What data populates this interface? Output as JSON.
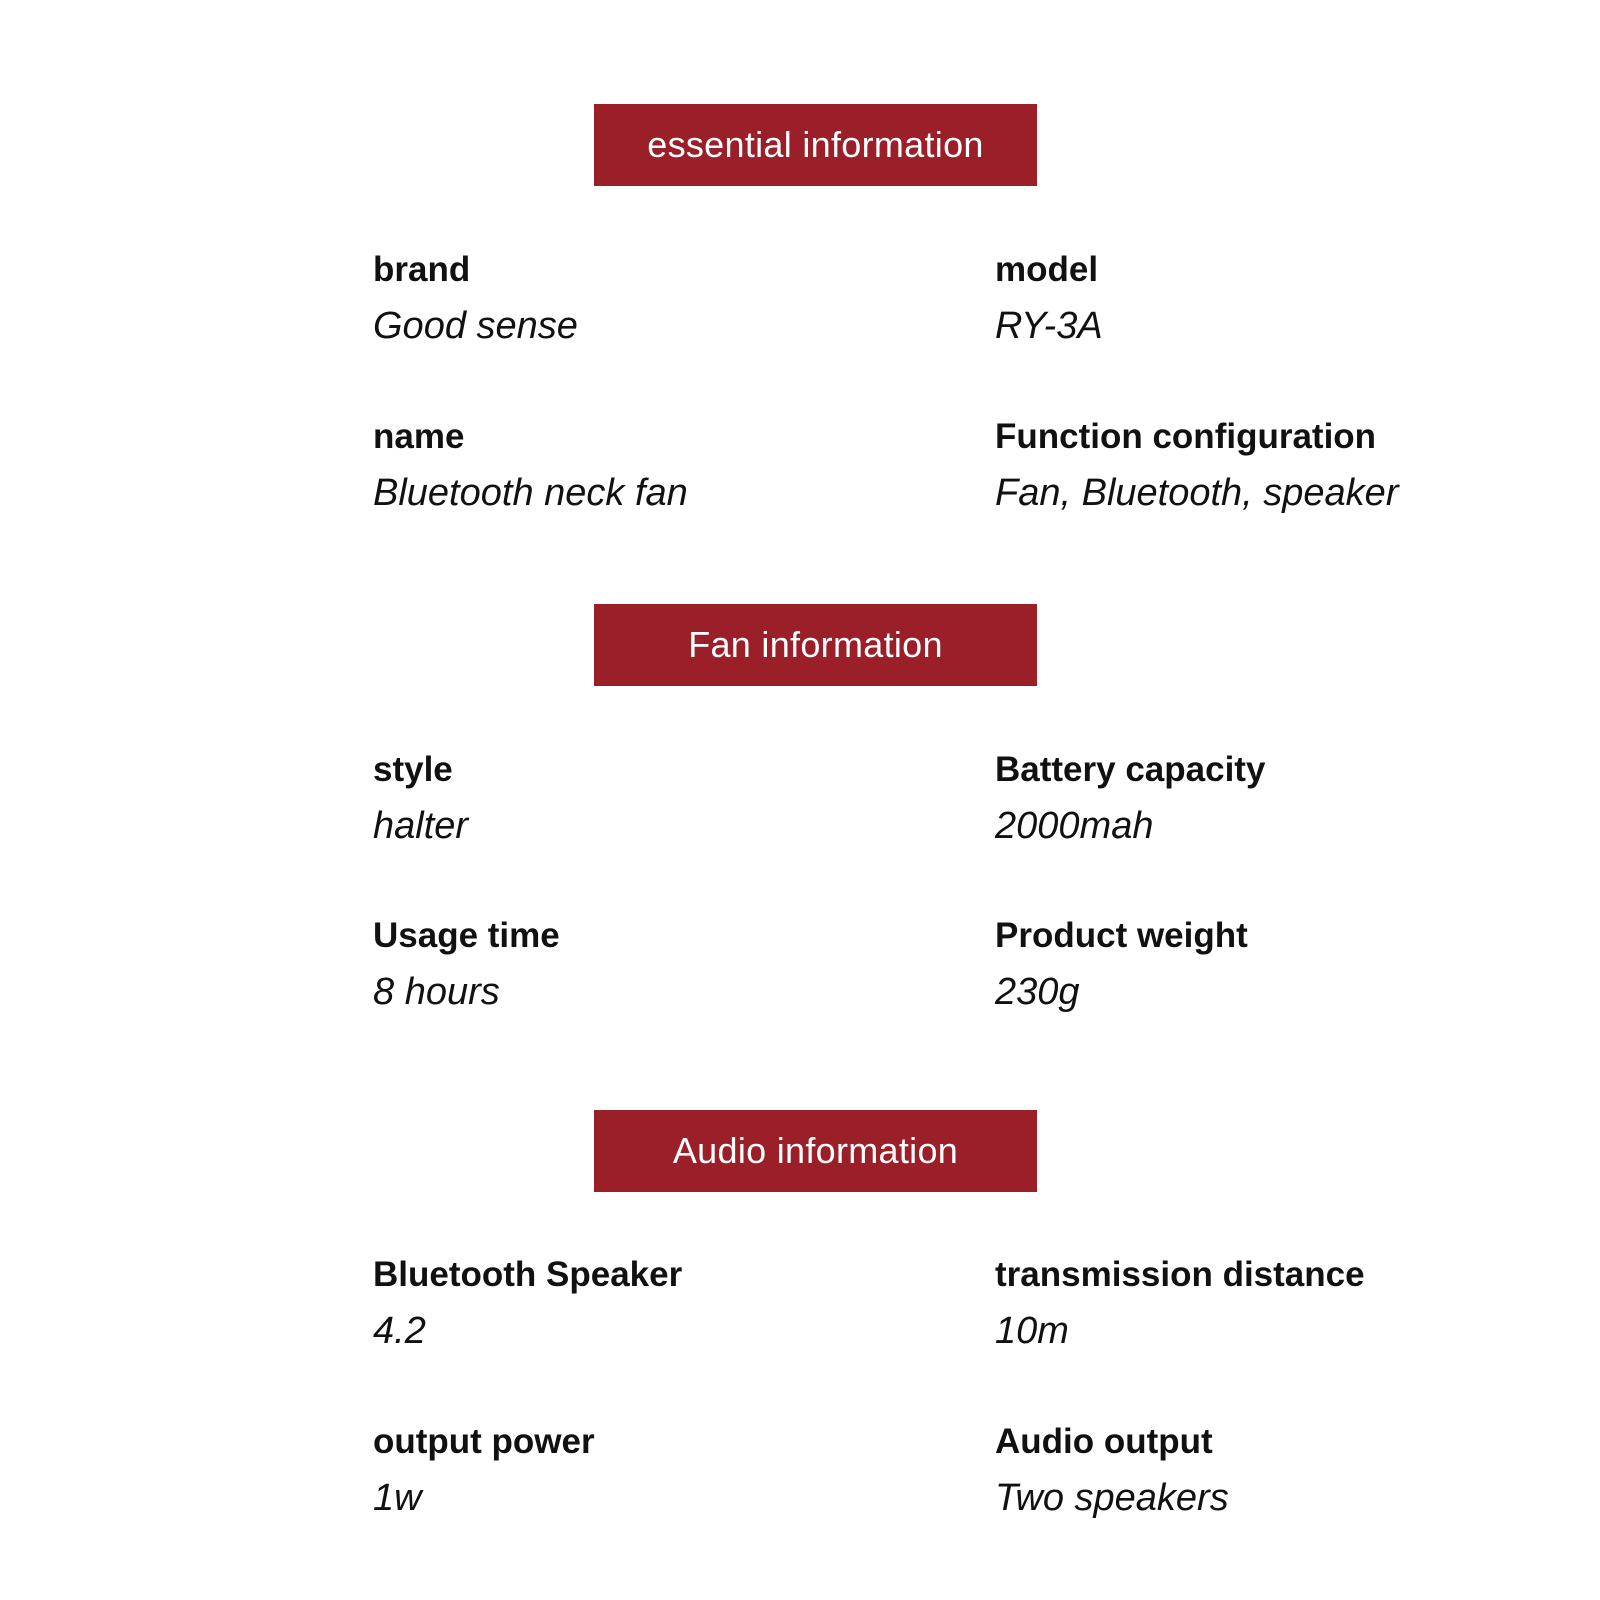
{
  "sections": [
    {
      "title": "essential information",
      "specs": [
        {
          "label": "brand",
          "value": "Good sense"
        },
        {
          "label": "model",
          "value": "RY-3A"
        },
        {
          "label": "name",
          "value": "Bluetooth neck fan"
        },
        {
          "label": "Function configuration",
          "value": "Fan, Bluetooth, speaker"
        }
      ]
    },
    {
      "title": "Fan information",
      "specs": [
        {
          "label": "style",
          "value": "halter"
        },
        {
          "label": "Battery capacity",
          "value": "2000mah"
        },
        {
          "label": "Usage time",
          "value": "8 hours"
        },
        {
          "label": "Product weight",
          "value": "230g"
        }
      ]
    },
    {
      "title": "Audio information",
      "specs": [
        {
          "label": "Bluetooth Speaker",
          "value": "4.2"
        },
        {
          "label": "transmission distance",
          "value": "10m"
        },
        {
          "label": "output power",
          "value": "1w"
        },
        {
          "label": "Audio output",
          "value": "Two speakers"
        }
      ]
    }
  ],
  "colors": {
    "banner_background": "#9b1f28",
    "banner_text": "#ffffff",
    "body_text": "#111111"
  }
}
